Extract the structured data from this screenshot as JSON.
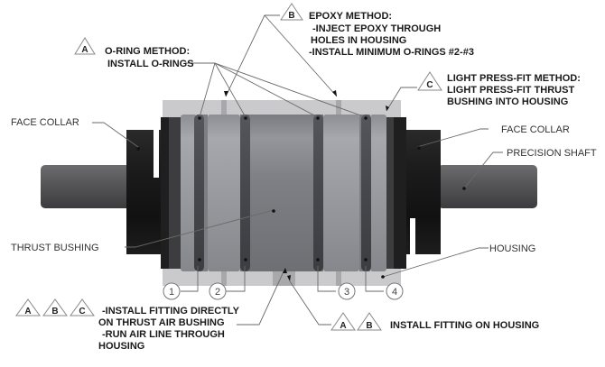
{
  "diagram": {
    "title": "Thrust air bushing mounting methods",
    "callouts": {
      "a": {
        "letter": "A",
        "line1": "O-RING METHOD:",
        "line2": "INSTALL O-RINGS"
      },
      "b": {
        "letter": "B",
        "line1": "EPOXY METHOD:",
        "line2": "-INJECT EPOXY THROUGH",
        "line3": "HOLES IN HOUSING",
        "line4": "-INSTALL MINIMUM O-RINGS #2-#3"
      },
      "c": {
        "letter": "C",
        "line1": "LIGHT PRESS-FIT METHOD:",
        "line2": "LIGHT PRESS-FIT THRUST",
        "line3": "BUSHING INTO HOUSING"
      },
      "fitting_bushing": {
        "letters": [
          "A",
          "B",
          "C"
        ],
        "line1": "-INSTALL FITTING DIRECTLY",
        "line2": "ON THRUST AIR BUSHING",
        "line3": "-RUN AIR LINE THROUGH",
        "line4": "HOUSING"
      },
      "fitting_housing": {
        "letters": [
          "A",
          "B"
        ],
        "line1": "INSTALL FITTING ON HOUSING"
      }
    },
    "part_labels": {
      "face_collar_left": "FACE COLLAR",
      "face_collar_right": "FACE COLLAR",
      "precision_shaft": "PRECISION SHAFT",
      "thrust_bushing": "THRUST BUSHING",
      "housing": "HOUSING"
    },
    "oring_numbers": [
      "1",
      "2",
      "3",
      "4"
    ],
    "colors": {
      "housing": "#c9c9cb",
      "bushing": "#7d7e82",
      "oring": "#4a4b50",
      "collar": "#1e1e1f",
      "shaft": "#5a5a5c"
    }
  }
}
